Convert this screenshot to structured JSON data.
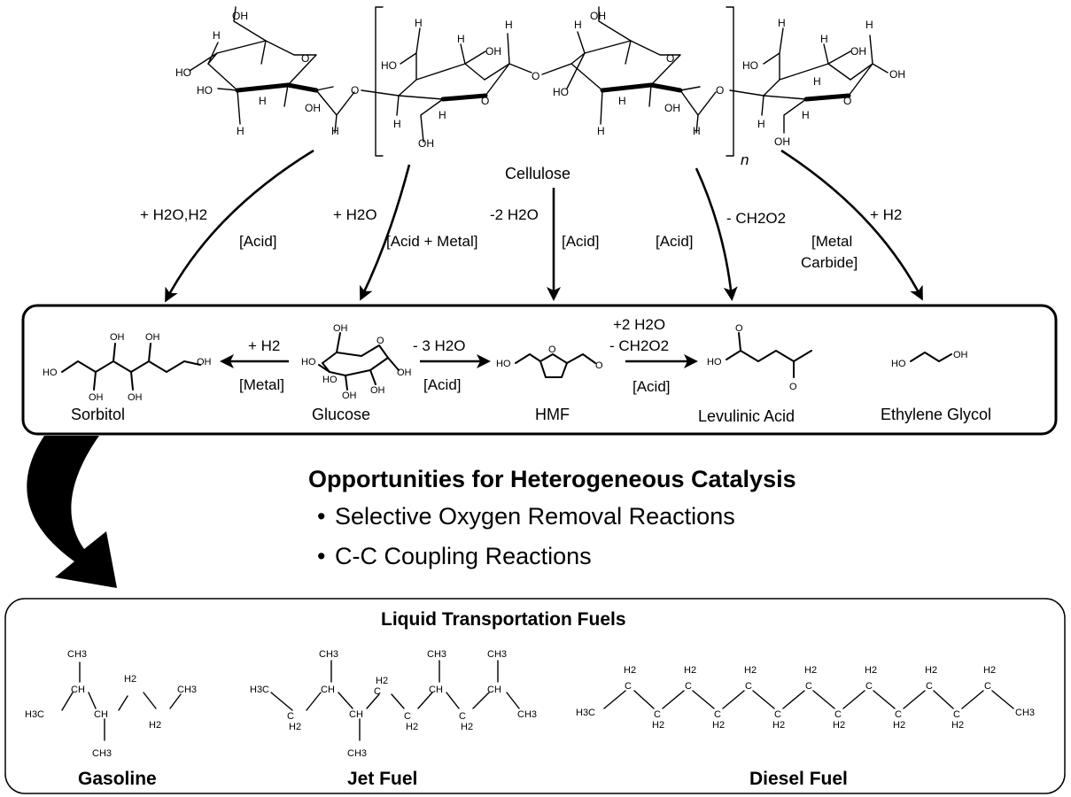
{
  "cellulose": {
    "name": "Cellulose",
    "repeat": "n",
    "atoms": {
      "oh": "OH",
      "h": "H",
      "o": "O",
      "ho": "HO"
    }
  },
  "routes": {
    "sorbitol": {
      "reagent": "+ H2O,H2",
      "catalyst": "[Acid]"
    },
    "glucose": {
      "reagent": "+ H2O",
      "catalyst": "[Acid + Metal]"
    },
    "hmf": {
      "reagent": "-2 H2O",
      "catalyst": "[Acid]"
    },
    "levulinic": {
      "reagent": "- CH2O2",
      "catalyst": "[Acid]"
    },
    "glycol": {
      "reagent": "+ H2",
      "catalyst_line1": "[Metal",
      "catalyst_line2": "Carbide]"
    }
  },
  "platform": {
    "sorbitol": "Sorbitol",
    "glucose": "Glucose",
    "hmf": "HMF",
    "levulinic": "Levulinic Acid",
    "glycol": "Ethylene Glycol",
    "glucose_to_sorbitol": {
      "reagent": "+ H2",
      "catalyst": "[Metal]"
    },
    "glucose_to_hmf": {
      "reagent": "- 3 H2O",
      "catalyst": "[Acid]"
    },
    "hmf_to_levulinic": {
      "reagent1": "+2 H2O",
      "reagent2": "- CH2O2",
      "catalyst": "[Acid]"
    }
  },
  "opportunities": {
    "title": "Opportunities for Heterogeneous Catalysis",
    "items": [
      "Selective Oxygen Removal Reactions",
      "C-C Coupling Reactions"
    ]
  },
  "fuels": {
    "title": "Liquid Transportation Fuels",
    "gasoline": "Gasoline",
    "jet": "Jet Fuel",
    "diesel": "Diesel Fuel",
    "groups": {
      "ch3": "CH3",
      "h3c": "H3C",
      "ch": "CH",
      "h2": "H2",
      "c": "C"
    }
  }
}
